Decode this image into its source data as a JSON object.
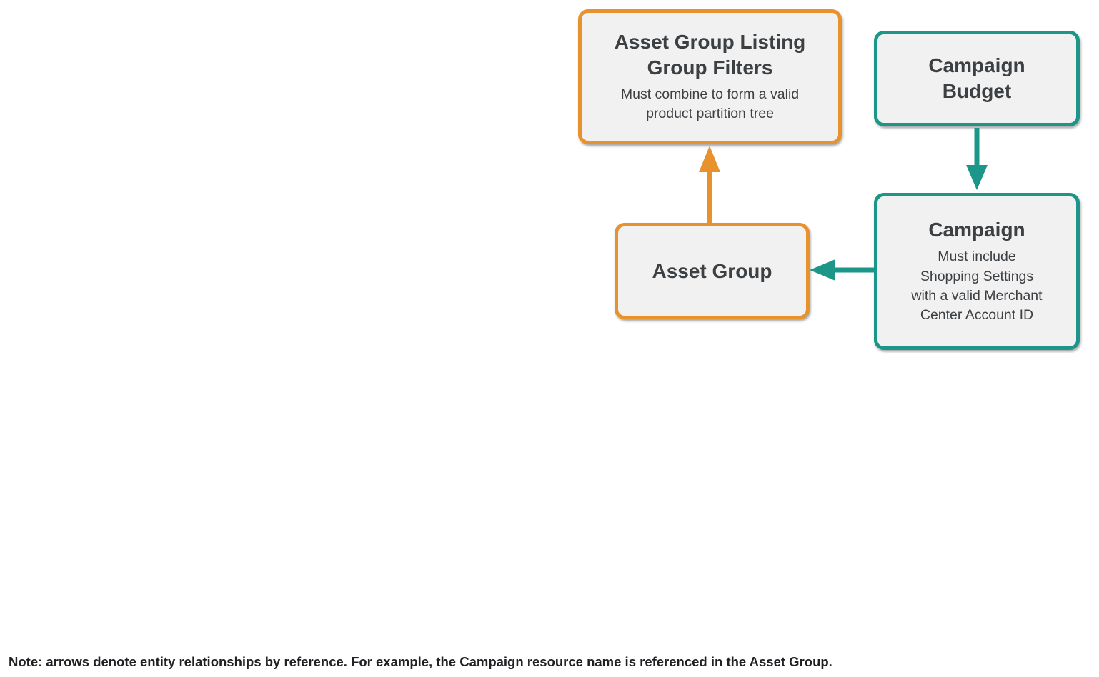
{
  "colors": {
    "orange": "#E8922D",
    "teal": "#1B9688",
    "box_fill": "#F1F1F2",
    "text": "#3C4043",
    "note_text": "#202124"
  },
  "nodes": {
    "listing_filters": {
      "title": "Asset Group Listing Group Filters",
      "title_lines": [
        "Asset Group Listing",
        "Group Filters"
      ],
      "subtitle": "Must combine to form a valid product partition tree",
      "subtitle_lines": [
        "Must combine to form a valid",
        "product partition tree"
      ]
    },
    "campaign_budget": {
      "title": "Campaign Budget",
      "title_lines": [
        "Campaign",
        "Budget"
      ]
    },
    "campaign": {
      "title": "Campaign",
      "title_lines": [
        "Campaign"
      ],
      "subtitle": "Must include Shopping Settings with a valid Merchant Center Account ID",
      "subtitle_lines": [
        "Must include",
        "Shopping Settings",
        "with a valid Merchant",
        "Center Account ID"
      ]
    },
    "asset_group": {
      "title": "Asset Group",
      "title_lines": [
        "Asset Group"
      ]
    }
  },
  "relationships": [
    {
      "from": "Asset Group",
      "to": "Asset Group Listing Group Filters",
      "color": "orange"
    },
    {
      "from": "Campaign Budget",
      "to": "Campaign",
      "color": "teal"
    },
    {
      "from": "Campaign",
      "to": "Asset Group",
      "color": "teal"
    }
  ],
  "note": "Note: arrows denote entity relationships by reference. For example, the Campaign resource name is referenced in the Asset Group."
}
